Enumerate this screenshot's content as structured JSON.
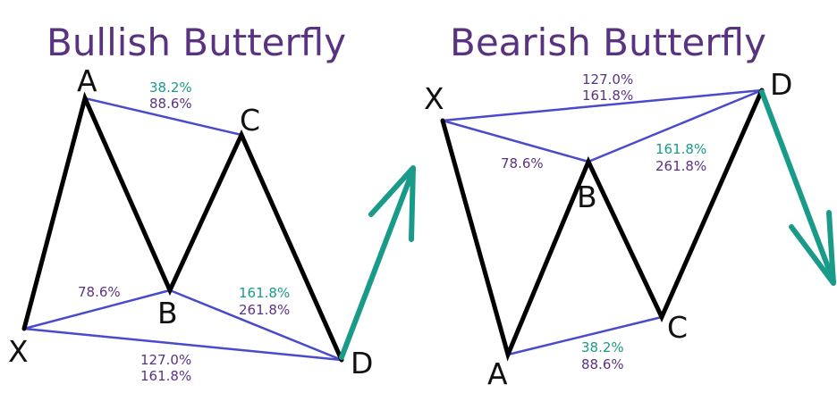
{
  "bullish": {
    "title": "Bullish Butterfly",
    "labels": {
      "x": "X",
      "a": "A",
      "b": "B",
      "c": "C",
      "d": "D"
    },
    "ratios": {
      "ac_top": "38.2%",
      "ac_bottom": "88.6%",
      "xb": "78.6%",
      "bd_top": "161.8%",
      "bd_bottom": "261.8%",
      "xd_top": "127.0%",
      "xd_bottom": "161.8%"
    }
  },
  "bearish": {
    "title": "Bearish Butterfly",
    "labels": {
      "x": "X",
      "a": "A",
      "b": "B",
      "c": "C",
      "d": "D"
    },
    "ratios": {
      "xd_top": "127.0%",
      "xd_bottom": "161.8%",
      "xb": "78.6%",
      "bd_top": "161.8%",
      "bd_bottom": "261.8%",
      "ac_top": "38.2%",
      "ac_bottom": "88.6%"
    }
  },
  "colors": {
    "title": "#5a3380",
    "accent_teal": "#1a9a88",
    "ratio_line": "#4a4acc",
    "leg": "#000000"
  }
}
